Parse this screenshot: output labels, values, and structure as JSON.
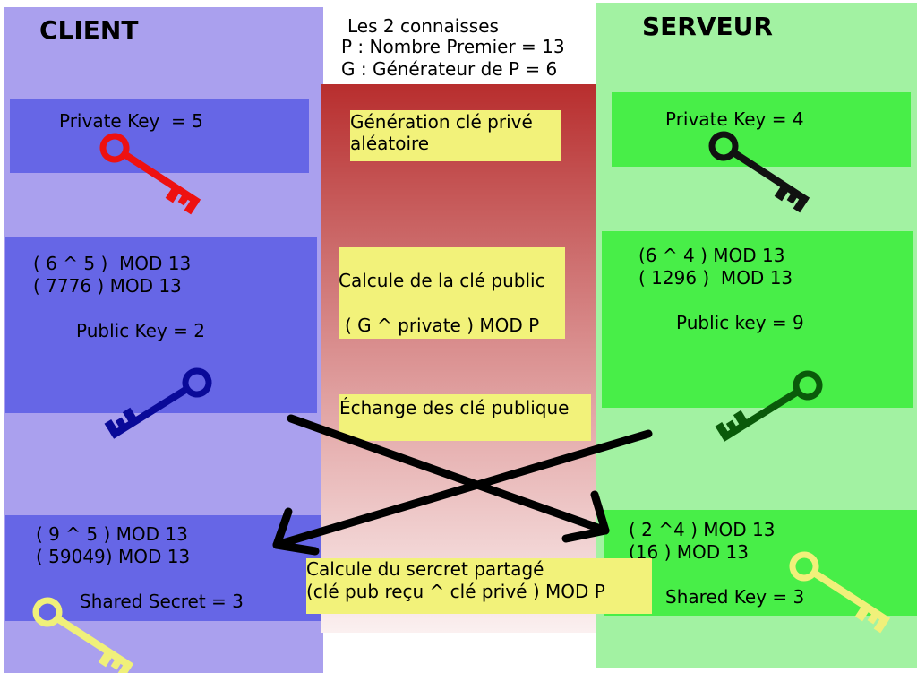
{
  "known_values": {
    "line1": "Les 2 connaisses",
    "line2": "P : Nombre Premier = 13",
    "line3": "G : Générateur de P = 6"
  },
  "client": {
    "title": "CLIENT",
    "private_key": "Private Key  = 5",
    "calc_line1": "( 6 ^ 5 )  MOD 13",
    "calc_line2": "( 7776 ) MOD 13",
    "public_key": "Public Key = 2",
    "secret_line1": "( 9 ^ 5 ) MOD 13",
    "secret_line2": "( 59049) MOD 13",
    "shared_secret": "Shared Secret = 3"
  },
  "server": {
    "title": "SERVEUR",
    "private_key": "Private Key = 4",
    "calc_line1": "(6 ^ 4 ) MOD 13",
    "calc_line2": "( 1296 )  MOD 13",
    "public_key": "Public key = 9",
    "secret_line1": "( 2 ^4 ) MOD 13",
    "secret_line2": "(16 ) MOD 13",
    "shared_key": "Shared Key = 3"
  },
  "steps": {
    "generation_line1": "Génération clé privé",
    "generation_line2": "aléatoire",
    "public_calc_line1": "Calcule de la clé public",
    "public_calc_line2": "( G ^ private ) MOD P",
    "exchange": "Échange des clé publique",
    "shared_calc_line1": "Calcule du sercret partagé",
    "shared_calc_line2": "(clé pub reçu ^ clé privé ) MOD P"
  },
  "icons": {
    "client_private_key": "key-icon",
    "client_public_key": "key-icon",
    "client_shared_key": "key-icon",
    "server_private_key": "key-icon",
    "server_public_key": "key-icon",
    "server_shared_key": "key-icon"
  },
  "colors": {
    "client_column": "#aaa0ee",
    "client_box": "#6666e6",
    "server_column": "#a2f2a2",
    "server_box": "#48ee48",
    "note": "#f2f27a",
    "private_key_client": "#ee1111",
    "private_key_server": "#111111",
    "public_key_client": "#0a0a99",
    "public_key_server": "#0a5a0a",
    "shared_key": "#f0f07a"
  }
}
